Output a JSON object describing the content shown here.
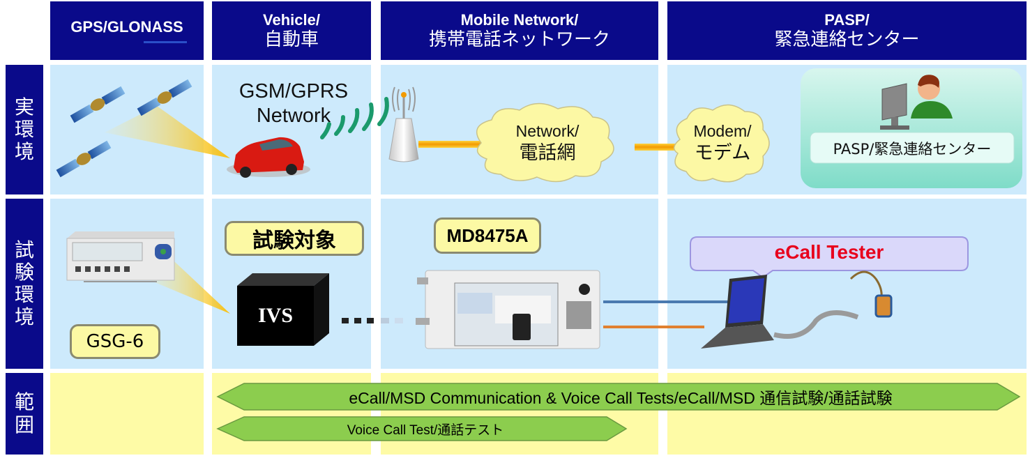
{
  "columns": [
    {
      "en": "GPS/GLONASS",
      "ja": ""
    },
    {
      "en": "Vehicle/",
      "ja": "自動車"
    },
    {
      "en": "Mobile Network/",
      "ja": "携帯電話ネットワーク"
    },
    {
      "en": "PASP/",
      "ja": "緊急連絡センター"
    }
  ],
  "rows": [
    {
      "label": "実環境",
      "chars": [
        "実",
        "環",
        "境"
      ]
    },
    {
      "label": "試験環境",
      "chars": [
        "試",
        "験",
        "環",
        "境"
      ]
    },
    {
      "label": "範囲",
      "chars": [
        "範",
        "囲"
      ]
    }
  ],
  "real_env": {
    "gsm_label_line1": "GSM/GPRS",
    "gsm_label_line2": "Network",
    "network_cloud_line1": "Network/",
    "network_cloud_line2": "電話網",
    "modem_cloud_line1": "Modem/",
    "modem_cloud_line2": "モデム",
    "pasp_label": "PASP/緊急連絡センター"
  },
  "test_env": {
    "dut_label": "試験対象",
    "ivs_label": "IVS",
    "md_label": "MD8475A",
    "gsg_label": "GSG-6",
    "ecall_tester_label": "eCall Tester"
  },
  "scope": {
    "arrow1": "eCall/MSD Communication & Voice Call Tests/eCall/MSD 通信試験/通話試験",
    "arrow2": "Voice Call Test/通話テスト"
  },
  "colors": {
    "header_navy": "#0a0a8a",
    "cell_blue": "#cdeafc",
    "cell_yellow": "#fefba6",
    "arrow_green": "#8ccd4e",
    "ecall_red": "#e8001c"
  }
}
